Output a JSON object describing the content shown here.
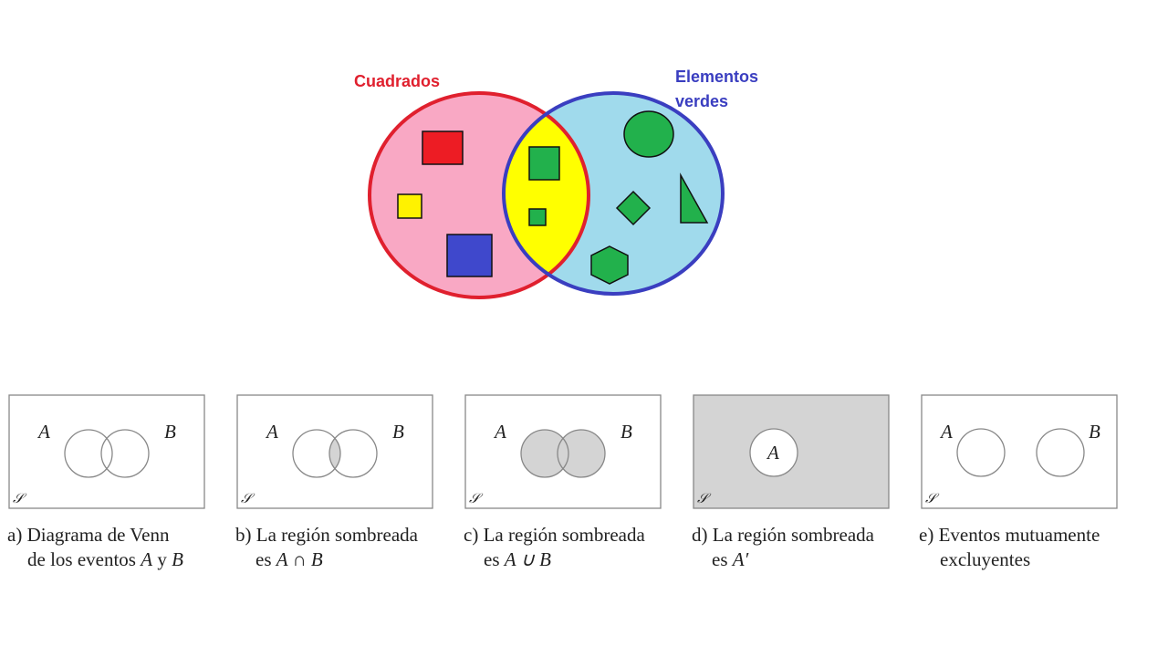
{
  "top_venn": {
    "left_label": "Cuadrados",
    "right_label_line1": "Elementos",
    "right_label_line2": "verdes",
    "colors": {
      "left_fill": "#f9a8c4",
      "left_stroke": "#e0202e",
      "right_fill": "#a0daec",
      "right_stroke": "#3a3ec0",
      "intersection": "#ffff00",
      "green": "#22b14c",
      "red": "#ed1c24",
      "yellow": "#fff200",
      "blue": "#3f48cc"
    }
  },
  "panels": [
    {
      "label_a": "A",
      "label_b": "B",
      "space": "𝒮",
      "caption_line1": "a) Diagrama de Venn",
      "caption_line2_pre": "de los eventos ",
      "caption_line2_a": "A",
      "caption_line2_mid": " y ",
      "caption_line2_b": "B"
    },
    {
      "label_a": "A",
      "label_b": "B",
      "space": "𝒮",
      "caption_line1": "b) La región sombreada",
      "caption_line2_pre": "es ",
      "caption_line2_expr": "A ∩ B"
    },
    {
      "label_a": "A",
      "label_b": "B",
      "space": "𝒮",
      "caption_line1": "c) La región sombreada",
      "caption_line2_pre": "es ",
      "caption_line2_expr": "A ∪ B"
    },
    {
      "label_a": "A",
      "space": "𝒮",
      "caption_line1": "d) La región sombreada",
      "caption_line2_pre": "es ",
      "caption_line2_expr": "A′"
    },
    {
      "label_a": "A",
      "label_b": "B",
      "space": "𝒮",
      "caption_line1": "e) Eventos mutuamente",
      "caption_line2_pre": "excluyentes"
    }
  ]
}
